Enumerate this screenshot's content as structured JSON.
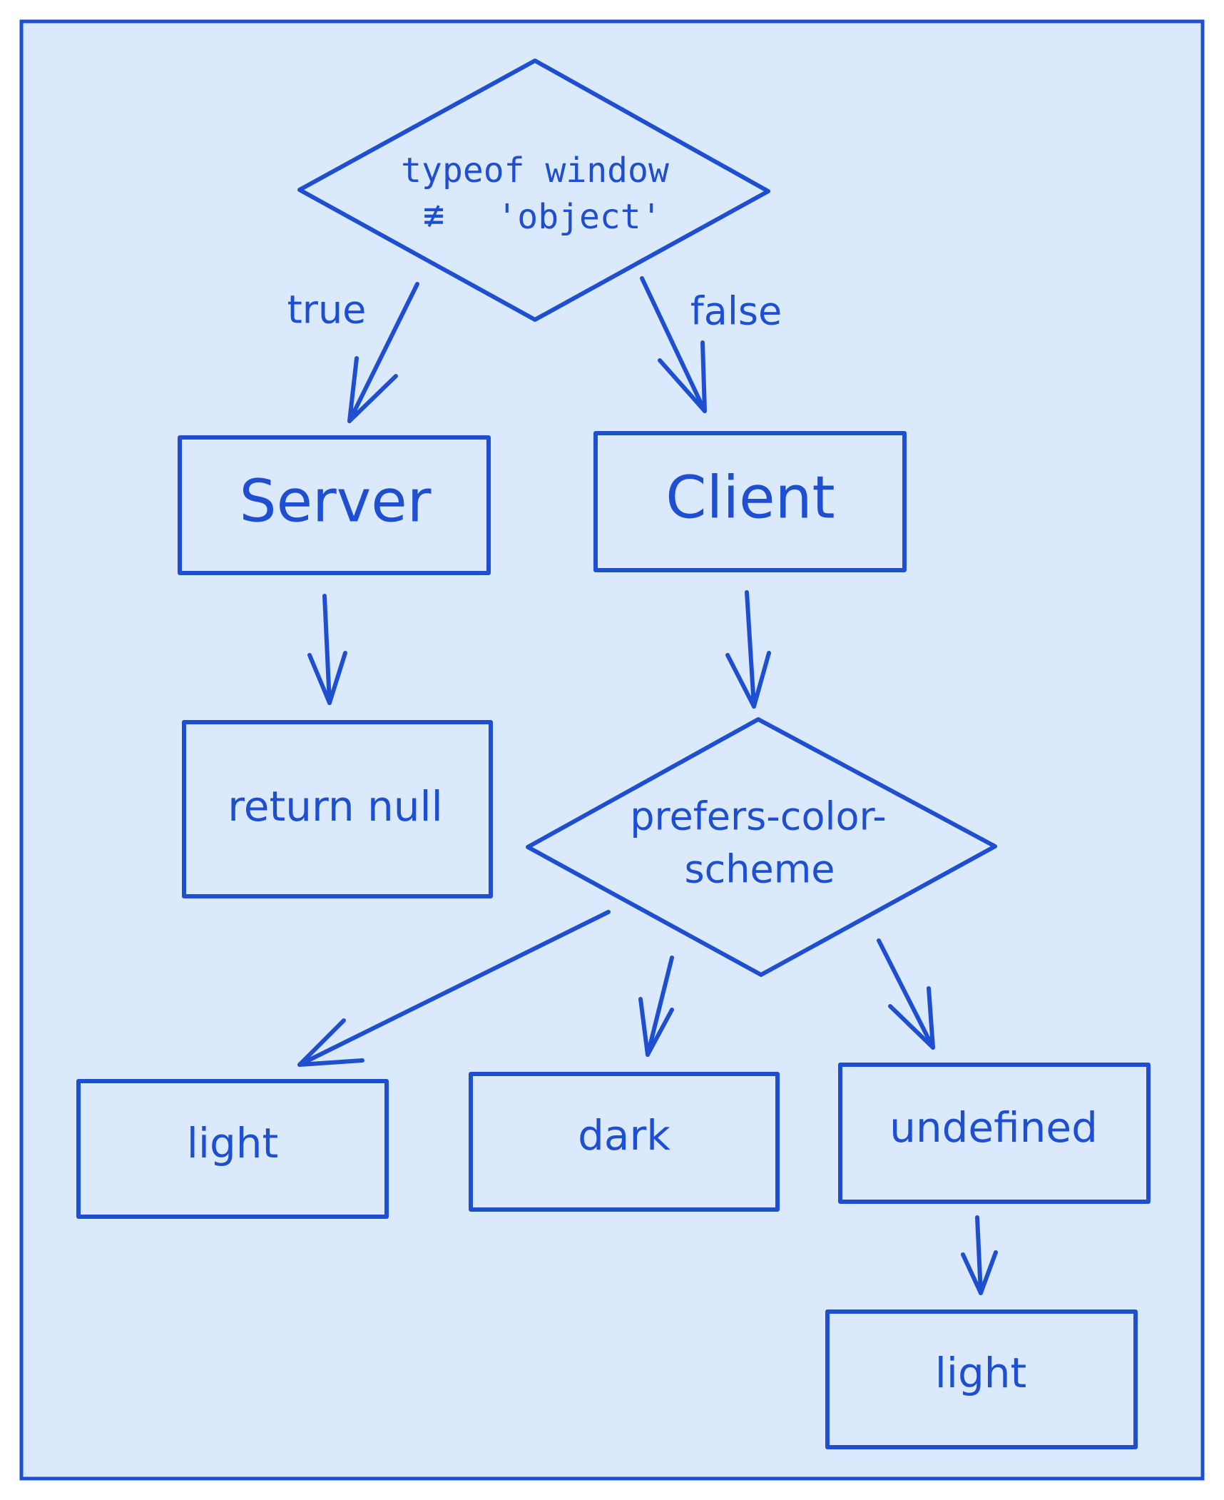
{
  "colors": {
    "background": "#dbe9fc",
    "stroke": "#1f4fd1",
    "text": "#1f4fd1"
  },
  "decision_window": {
    "line1": "typeof window",
    "operator": "≢",
    "line2": "'object'"
  },
  "edge_labels": {
    "true": "true",
    "false": "false"
  },
  "server": {
    "label": "Server"
  },
  "client": {
    "label": "Client"
  },
  "return_null": {
    "label": "return null"
  },
  "decision_scheme": {
    "line1": "prefers-color-",
    "line2": "scheme"
  },
  "outcomes": {
    "light": "light",
    "dark": "dark",
    "undefined": "undefined",
    "fallback_light": "light"
  }
}
